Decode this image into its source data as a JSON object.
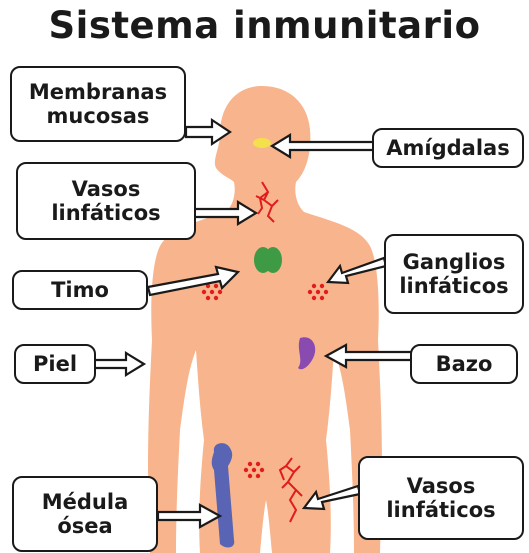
{
  "title": "Sistema inmunitario",
  "labels": {
    "membranas": {
      "line1": "Membranas",
      "line2": "mucosas"
    },
    "amigdalas": {
      "line1": "Amígdalas"
    },
    "vasos_top": {
      "line1": "Vasos",
      "line2": "linfáticos"
    },
    "timo": {
      "line1": "Timo"
    },
    "ganglios": {
      "line1": "Ganglios",
      "line2": "linfáticos"
    },
    "piel": {
      "line1": "Piel"
    },
    "bazo": {
      "line1": "Bazo"
    },
    "medula": {
      "line1": "Médula",
      "line2": "ósea"
    },
    "vasos_bottom": {
      "line1": "Vasos",
      "line2": "linfáticos"
    }
  },
  "colors": {
    "skin": "#f8b48c",
    "tonsils": "#f3e04a",
    "thymus": "#3f9a45",
    "spleen": "#8a4bb0",
    "bone": "#5a64b4",
    "lymph": "#e01c1c",
    "outline": "#1a1a1a"
  }
}
